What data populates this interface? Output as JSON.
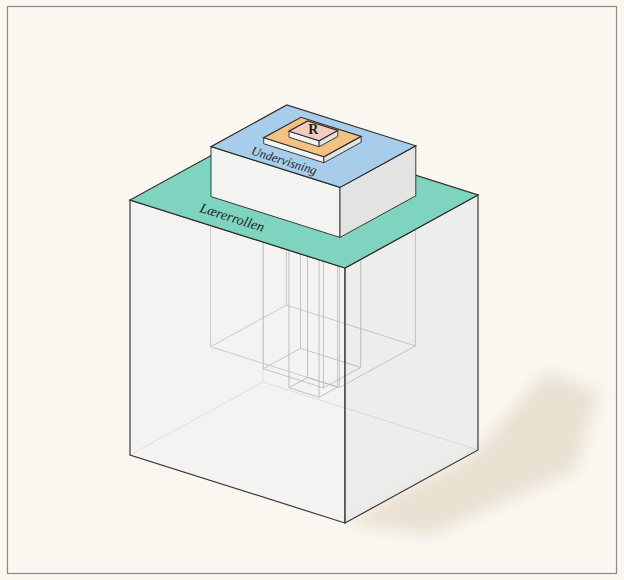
{
  "diagram": {
    "nodes": [
      {
        "text": [
          "Lærerrollen"
        ]
      },
      {
        "text": [
          "Undervisning"
        ],
        "in": 0
      },
      {
        "text": [
          "R"
        ],
        "in": 1
      }
    ]
  }
}
